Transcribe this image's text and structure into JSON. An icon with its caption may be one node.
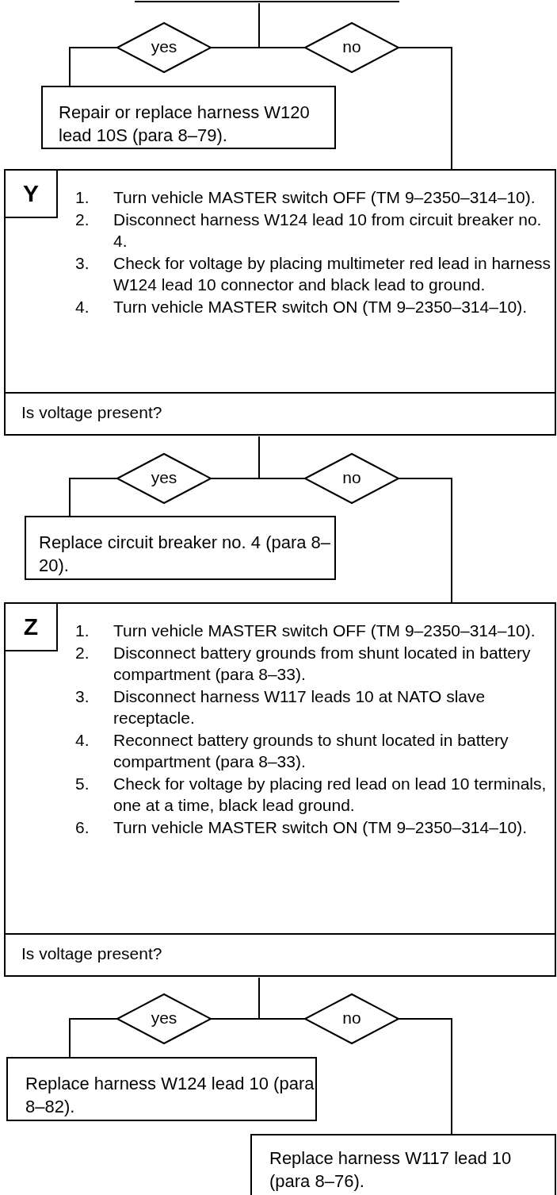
{
  "diagram": {
    "nodes": [
      {
        "text": [],
        "shape": "bar"
      },
      {
        "text": [
          "yes"
        ]
      },
      {
        "text": [
          "no"
        ]
      },
      {
        "text": [
          "Repair or replace harness W120 lead 10S (para 8–79)."
        ]
      },
      {
        "text": [
          "1.",
          "Turn vehicle MASTER switch OFF (TM 9–2350–314–10).",
          "2.",
          "Disconnect harness W124 lead 10 from circuit breaker no. 4.",
          "3.",
          "Check for voltage by placing multimeter red lead in harness W124 lead 10 connector and black lead to ground.",
          "4.",
          "Turn vehicle MASTER switch ON (TM 9–2350–314–10)."
        ]
      },
      {
        "text": [
          "Y"
        ],
        "in": 4
      },
      {
        "text": [
          "Is voltage present?"
        ],
        "in": 4
      },
      {
        "text": [
          "yes"
        ]
      },
      {
        "text": [
          "no"
        ]
      },
      {
        "text": [
          "Replace circuit breaker no. 4 (para 8–20)."
        ]
      },
      {
        "text": [
          "1.",
          "Turn vehicle MASTER switch OFF (TM 9–2350–314–10).",
          "2.",
          "Disconnect battery grounds from shunt located in battery compartment (para 8–33).",
          "3.",
          "Disconnect harness W117 leads 10 at NATO slave receptacle.",
          "4.",
          "Reconnect battery grounds to shunt located in battery compartment (para 8–33).",
          "5.",
          "Check for voltage by placing red lead on lead 10 terminals, one at a time, black lead ground.",
          "6.",
          "Turn vehicle MASTER switch ON (TM 9–2350–314–10)."
        ]
      },
      {
        "text": [
          "Z"
        ],
        "in": 10
      },
      {
        "text": [
          "Is voltage present?"
        ],
        "in": 10
      },
      {
        "text": [
          "yes"
        ]
      },
      {
        "text": [
          "no"
        ]
      },
      {
        "text": [
          "Replace harness W124 lead 10 (para 8–82)."
        ]
      },
      {
        "text": [
          "Replace harness W117 lead 10 (para 8–76)."
        ]
      }
    ],
    "edges": [
      {
        "from": 0,
        "to": 1,
        "arrow": "none"
      },
      {
        "from": 0,
        "to": 2,
        "arrow": "none"
      },
      {
        "from": 1,
        "to": 3,
        "arrow": "none"
      },
      {
        "from": 2,
        "to": 4,
        "arrow": "none"
      },
      {
        "from": 6,
        "to": 7,
        "arrow": "none"
      },
      {
        "from": 6,
        "to": 8,
        "arrow": "none"
      },
      {
        "from": 7,
        "to": 9,
        "arrow": "none"
      },
      {
        "from": 8,
        "to": 10,
        "arrow": "none"
      },
      {
        "from": 12,
        "to": 13,
        "arrow": "none"
      },
      {
        "from": 12,
        "to": 14,
        "arrow": "none"
      },
      {
        "from": 13,
        "to": 15,
        "arrow": "none"
      },
      {
        "from": 14,
        "to": 16,
        "arrow": "none"
      }
    ]
  }
}
